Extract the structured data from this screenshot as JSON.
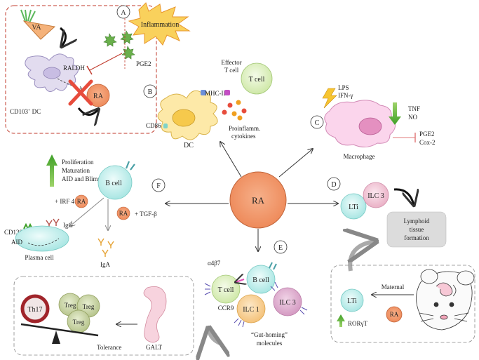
{
  "center": {
    "label": "RA"
  },
  "panels": {
    "A": {
      "letter": "A",
      "va": "VA",
      "inflammation": "Inflammation",
      "pge2": "PGE2",
      "raldh": "RALDH",
      "dc": "CD103",
      "dc_sup": "+",
      "dc_suffix": " DC",
      "ra": "RA"
    },
    "B": {
      "letter": "B",
      "effector1": "Effector",
      "effector2": "T cell",
      "tcell": "T cell",
      "mhc": "MHC-II",
      "cd86": "CD86",
      "dc": "DC",
      "cyto1": "Proinflamm.",
      "cyto2": "cytokines"
    },
    "C": {
      "letter": "C",
      "lps": "LPS",
      "ifn": "IFN-γ",
      "tnf": "TNF",
      "no": "NO",
      "pge2": "PGE2",
      "cox2": "Cox-2",
      "macrophage": "Macrophage"
    },
    "D": {
      "letter": "D",
      "lti": "LTi",
      "ilc3": "ILC 3",
      "lymphoid1": "Lymphoid",
      "lymphoid2": "tissue",
      "lymphoid3": "formation",
      "maternal": "Maternal",
      "ra": "RA",
      "lti2": "LTi",
      "rorgt": "RORγT"
    },
    "E": {
      "letter": "E",
      "integrin": "α4β7",
      "tcell": "T cell",
      "bcell": "B cell",
      "ccr9": "CCR9",
      "ilc1": "ILC 1",
      "ilc3": "ILC 3",
      "gut1": "“Gut-homing”",
      "gut2": "molecules"
    },
    "F": {
      "letter": "F",
      "prolif": "Proliferation",
      "matur": "Maturation",
      "aid": "AID and Blimp-1",
      "bcell": "B cell",
      "irf4": "+ IRF 4",
      "ra1": "RA",
      "ra2": "RA",
      "tgf": "+ TGF-β",
      "igg": "IgG",
      "cd138": "CD138",
      "aid2": "AID",
      "plasma": "Plasma cell",
      "iga": "IgA"
    },
    "tolerance": {
      "th17": "Th17",
      "treg1": "Treg",
      "treg2": "Treg",
      "treg3": "Treg",
      "tolerance": "Tolerance",
      "galt": "GALT"
    }
  }
}
